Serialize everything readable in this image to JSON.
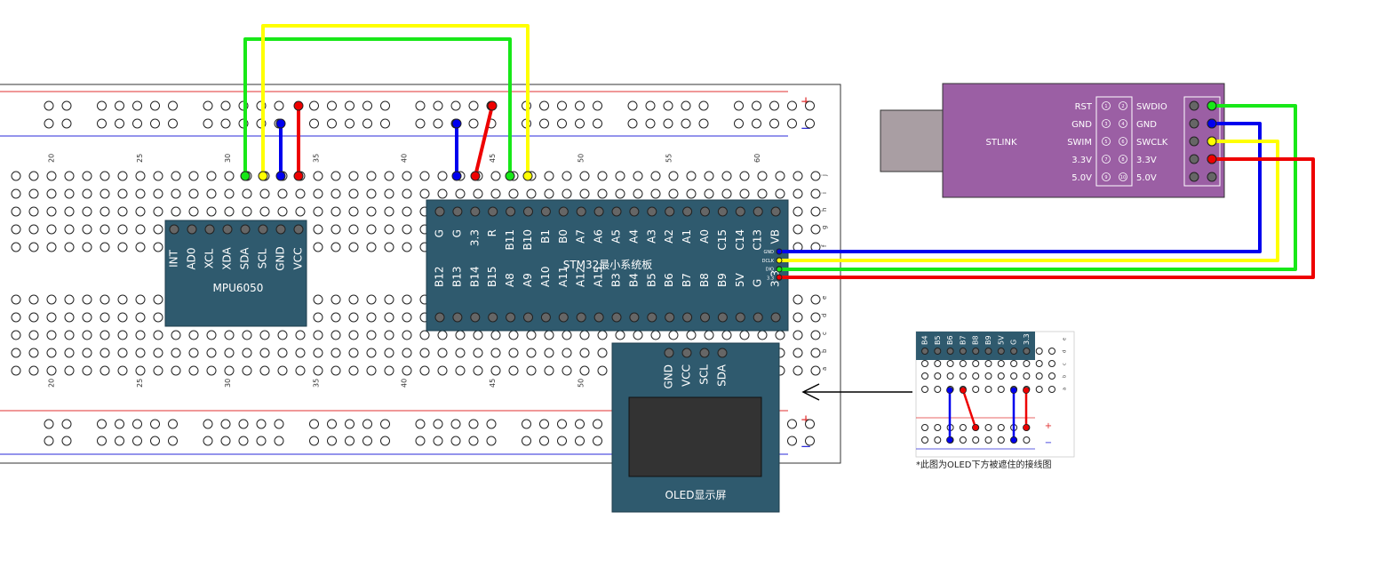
{
  "breadboard": {
    "rail_plus": "+",
    "rail_minus": "−",
    "column_numbers": [
      "20",
      "25",
      "30",
      "35",
      "40",
      "45",
      "50",
      "55",
      "60"
    ],
    "row_letters_top": [
      "j",
      "i",
      "h",
      "g",
      "f"
    ],
    "row_letters_bottom": [
      "e",
      "d",
      "c",
      "b",
      "a"
    ]
  },
  "mpu6050": {
    "title": "MPU6050",
    "pins": [
      "INT",
      "AD0",
      "XCL",
      "XDA",
      "SDA",
      "SCL",
      "GND",
      "VCC"
    ]
  },
  "stm32": {
    "title": "STM32最小系统板",
    "top_pins": [
      "G",
      "G",
      "3.3",
      "R",
      "B11",
      "B10",
      "B1",
      "B0",
      "A7",
      "A6",
      "A5",
      "A4",
      "A3",
      "A2",
      "A1",
      "A0",
      "C15",
      "C14",
      "C13",
      "VB"
    ],
    "bottom_pins": [
      "B12",
      "B13",
      "B14",
      "B15",
      "A8",
      "A9",
      "A10",
      "A11",
      "A12",
      "A15",
      "B3",
      "B4",
      "B5",
      "B6",
      "B7",
      "B8",
      "B9",
      "5V",
      "G",
      "3.3"
    ],
    "side_pins": [
      "GND",
      "DCLK",
      "DIO",
      "3.3"
    ]
  },
  "oled": {
    "title": "OLED显示屏",
    "pins": [
      "GND",
      "VCC",
      "SCL",
      "SDA"
    ]
  },
  "stlink": {
    "title": "STLINK",
    "left_labels": [
      "RST",
      "GND",
      "SWIM",
      "3.3V",
      "5.0V"
    ],
    "right_labels": [
      "SWDIO",
      "GND",
      "SWCLK",
      "3.3V",
      "5.0V"
    ],
    "pin_numbers": [
      "1",
      "2",
      "3",
      "4",
      "5",
      "6",
      "7",
      "8",
      "9",
      "10"
    ]
  },
  "inset": {
    "pins": [
      "B4",
      "B5",
      "B6",
      "B7",
      "B8",
      "B9",
      "5V",
      "G",
      "3.3"
    ],
    "rail_plus": "+",
    "rail_minus": "−",
    "row_letters": [
      "e",
      "d",
      "c",
      "b",
      "a"
    ],
    "caption": "*此图为OLED下方被遮住的接线图"
  },
  "colors": {
    "wire_green": "#18e818",
    "wire_yellow": "#ffff00",
    "wire_blue": "#0000ee",
    "wire_red": "#ee0000",
    "module_board": "#2f5a6e",
    "stlink_body": "#9b5fa4",
    "stlink_usb": "#a99ea3",
    "rail_red": "#e03030",
    "rail_blue": "#2a2ad8"
  }
}
